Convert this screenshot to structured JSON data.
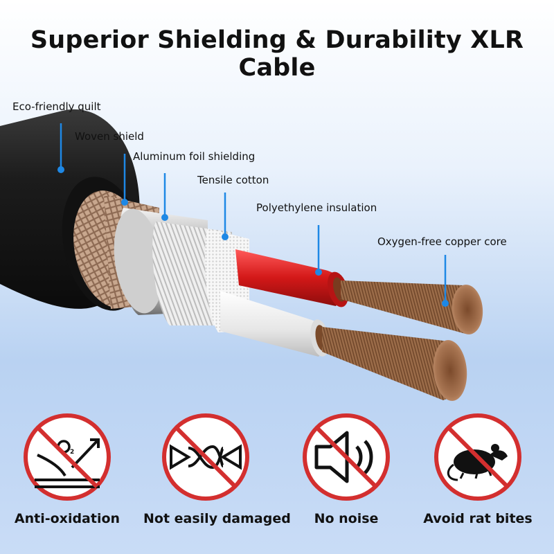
{
  "title": "Superior Shielding & Durability XLR Cable",
  "layers": [
    {
      "label": "Eco-friendly quilt"
    },
    {
      "label": "Woven shield"
    },
    {
      "label": "Aluminum foil shielding"
    },
    {
      "label": "Tensile cotton"
    },
    {
      "label": "Polyethylene insulation"
    },
    {
      "label": "Oxygen-free copper core"
    }
  ],
  "features": [
    {
      "label": "Anti-oxidation",
      "icon": "anti-oxidation-icon"
    },
    {
      "label": "Not easily damaged",
      "icon": "twisted-cable-icon"
    },
    {
      "label": "No noise",
      "icon": "speaker-icon"
    },
    {
      "label": "Avoid rat bites",
      "icon": "rat-icon"
    }
  ],
  "colors": {
    "pointer": "#1e88e5",
    "prohibition_ring": "#d32f2f",
    "jacket": "#1b1b1b",
    "copper": "#9a6a45",
    "red_insulation": "#d81e1e",
    "white_insulation": "#f2f2f2"
  },
  "o2_symbol": "O₂"
}
